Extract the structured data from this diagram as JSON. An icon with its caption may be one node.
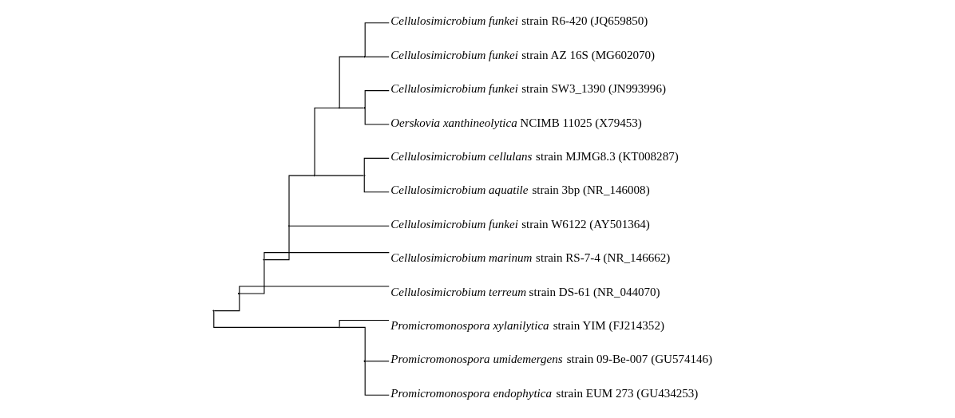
{
  "diagram": {
    "nodes": [
      {
        "text": [
          "*Cellulosimicrobium funkei* strain R6-420 (JQ659850)"
        ]
      },
      {
        "text": [
          "*Cellulosimicrobium funkei* strain AZ 16S (MG602070)"
        ]
      },
      {
        "text": [
          "*Cellulosimicrobium funkei* strain SW3_1390 (JN993996)"
        ]
      },
      {
        "text": [
          "*Oerskovia xanthineolytica* NCIMB 11025 (X79453)"
        ]
      },
      {
        "text": [
          "*Cellulosimicrobium cellulans* strain MJMG8.3 (KT008287)"
        ]
      },
      {
        "text": [
          "*Cellulosimicrobium aquatile* strain 3bp (NR_146008)"
        ]
      },
      {
        "text": [
          "*Cellulosimicrobium funkei* strain W6122 (AY501364)"
        ]
      },
      {
        "text": [
          "*Cellulosimicrobium marinum* strain RS-7-4 (NR_146662)"
        ]
      },
      {
        "text": [
          "*Cellulosimicrobium terreum* strain DS-61 (NR_044070)"
        ]
      },
      {
        "text": [
          "*Promicromonospora xylanilytica* strain YIM (FJ214352)"
        ]
      },
      {
        "text": [
          "*Promicromonospora umidemergens* strain 09-Be-007 (GU574146)"
        ]
      },
      {
        "text": [
          "*Promicromonospora endophytica* strain EUM 273 (GU434253)"
        ]
      },
      {
        "text": [],
        "shape": "point"
      },
      {
        "text": [],
        "shape": "point"
      },
      {
        "text": [],
        "shape": "point"
      },
      {
        "text": [],
        "shape": "point"
      },
      {
        "text": [],
        "shape": "point"
      },
      {
        "text": [],
        "shape": "point"
      },
      {
        "text": [],
        "shape": "point"
      },
      {
        "text": [],
        "shape": "point"
      },
      {
        "text": [],
        "shape": "point"
      },
      {
        "text": [],
        "shape": "point"
      },
      {
        "text": [],
        "shape": "point"
      }
    ],
    "edges": [
      {
        "from": 12,
        "to": 13,
        "arrow": "none"
      },
      {
        "from": 12,
        "to": 18,
        "arrow": "none"
      },
      {
        "from": 13,
        "to": 14,
        "arrow": "none"
      },
      {
        "from": 13,
        "to": 8,
        "arrow": "none"
      },
      {
        "from": 14,
        "to": 15,
        "arrow": "none"
      },
      {
        "from": 14,
        "to": 7,
        "arrow": "none"
      },
      {
        "from": 15,
        "to": 16,
        "arrow": "none"
      },
      {
        "from": 15,
        "to": 6,
        "arrow": "none"
      },
      {
        "from": 16,
        "to": 17,
        "arrow": "none"
      },
      {
        "from": 16,
        "to": 21,
        "arrow": "none"
      },
      {
        "from": 17,
        "to": 19,
        "arrow": "none"
      },
      {
        "from": 17,
        "to": 20,
        "arrow": "none"
      },
      {
        "from": 19,
        "to": 0,
        "arrow": "none"
      },
      {
        "from": 19,
        "to": 1,
        "arrow": "none"
      },
      {
        "from": 20,
        "to": 2,
        "arrow": "none"
      },
      {
        "from": 20,
        "to": 3,
        "arrow": "none"
      },
      {
        "from": 21,
        "to": 4,
        "arrow": "none"
      },
      {
        "from": 21,
        "to": 5,
        "arrow": "none"
      },
      {
        "from": 18,
        "to": 9,
        "arrow": "none"
      },
      {
        "from": 18,
        "to": 22,
        "arrow": "none"
      },
      {
        "from": 22,
        "to": 10,
        "arrow": "none"
      },
      {
        "from": 22,
        "to": 11,
        "arrow": "none"
      }
    ]
  }
}
